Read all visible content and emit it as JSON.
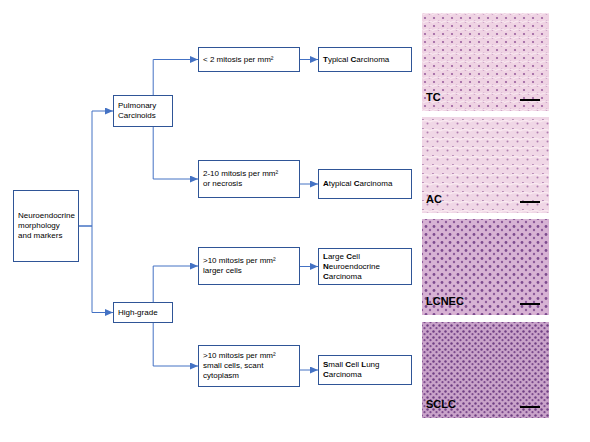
{
  "diagram": {
    "nodes": [
      {
        "text": [
          "Neuroendocrine morphology and markers"
        ]
      },
      {
        "text": [
          "Pulmonary Carcinoids"
        ]
      },
      {
        "text": [
          "< 2 mitosis per mm²"
        ]
      },
      {
        "text": [
          "Typical Carcinoma"
        ]
      },
      {
        "text": [
          "2-10 mitosis per mm² or necrosis"
        ]
      },
      {
        "text": [
          "Atypical Carcinoma"
        ]
      },
      {
        "text": [
          "High-grade"
        ]
      },
      {
        "text": [
          ">10 mitosis per mm² larger cells"
        ]
      },
      {
        "text": [
          "Large Cell Neuroendocrine Carcinoma"
        ]
      },
      {
        "text": [
          ">10 mitosis per mm² small cells, scant cytoplasm"
        ]
      },
      {
        "text": [
          "Small Cell Lung Carcinoma"
        ]
      }
    ],
    "edges": [
      {
        "from": 0,
        "to": 1,
        "arrow": "to"
      },
      {
        "from": 0,
        "to": 6,
        "arrow": "to"
      },
      {
        "from": 1,
        "to": 2,
        "arrow": "to"
      },
      {
        "from": 1,
        "to": 4,
        "arrow": "to"
      },
      {
        "from": 2,
        "to": 3,
        "arrow": "to"
      },
      {
        "from": 4,
        "to": 5,
        "arrow": "to"
      },
      {
        "from": 6,
        "to": 7,
        "arrow": "to"
      },
      {
        "from": 6,
        "to": 9,
        "arrow": "to"
      },
      {
        "from": 7,
        "to": 8,
        "arrow": "to"
      },
      {
        "from": 9,
        "to": 10,
        "arrow": "to"
      }
    ],
    "labels": [
      "TC",
      "AC",
      "LCNEC",
      "SCLC"
    ]
  }
}
